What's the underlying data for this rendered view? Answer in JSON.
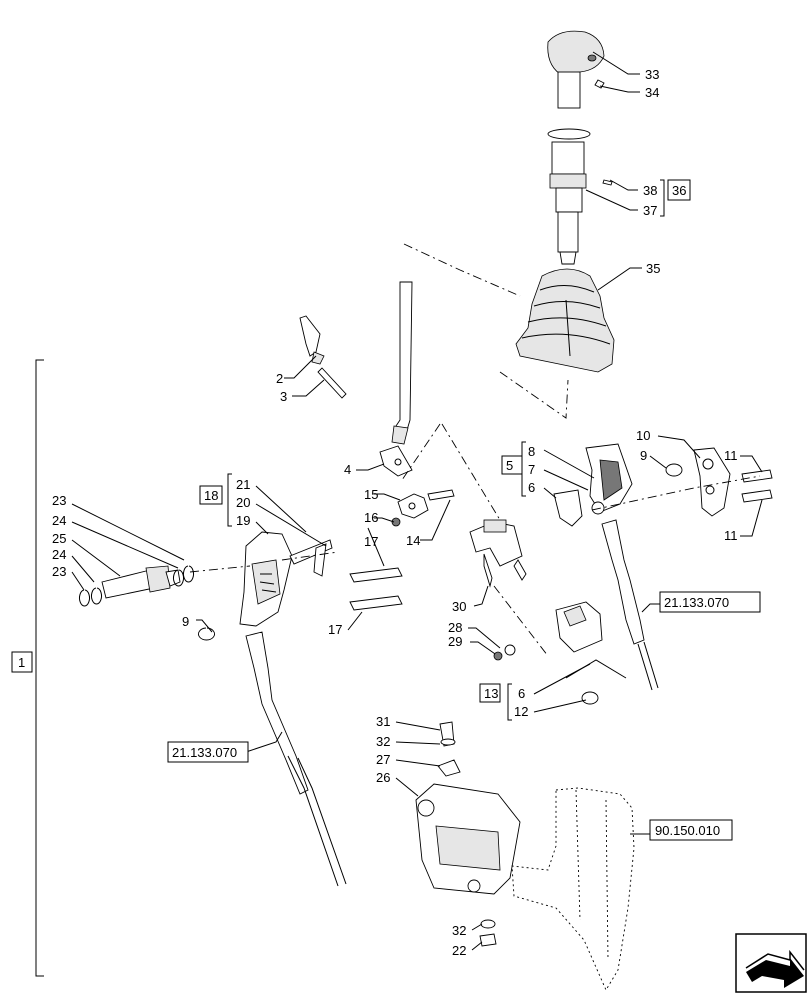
{
  "callouts": {
    "c33": "33",
    "c34": "34",
    "c38": "38",
    "c36": "36",
    "c37": "37",
    "c35": "35",
    "c2": "2",
    "c3": "3",
    "c4": "4",
    "c15": "15",
    "c16": "16",
    "c17a": "17",
    "c17b": "17",
    "c14": "14",
    "c21": "21",
    "c18": "18",
    "c20": "20",
    "c19": "19",
    "c23a": "23",
    "c24a": "24",
    "c25": "25",
    "c24b": "24",
    "c23b": "23",
    "c9a": "9",
    "c9b": "9",
    "c8": "8",
    "c5": "5",
    "c7": "7",
    "c6a": "6",
    "c10": "10",
    "c11a": "11",
    "c11b": "11",
    "c30": "30",
    "c28": "28",
    "c29": "29",
    "c13": "13",
    "c6b": "6",
    "c12": "12",
    "c1": "1",
    "c31": "31",
    "c32a": "32",
    "c27": "27",
    "c26": "26",
    "c32b": "32",
    "c22": "22"
  },
  "references": {
    "r1": "21.133.070",
    "r2": "21.133.070",
    "r3": "90.150.010"
  },
  "nav_icon": "next-page-arrow-icon"
}
